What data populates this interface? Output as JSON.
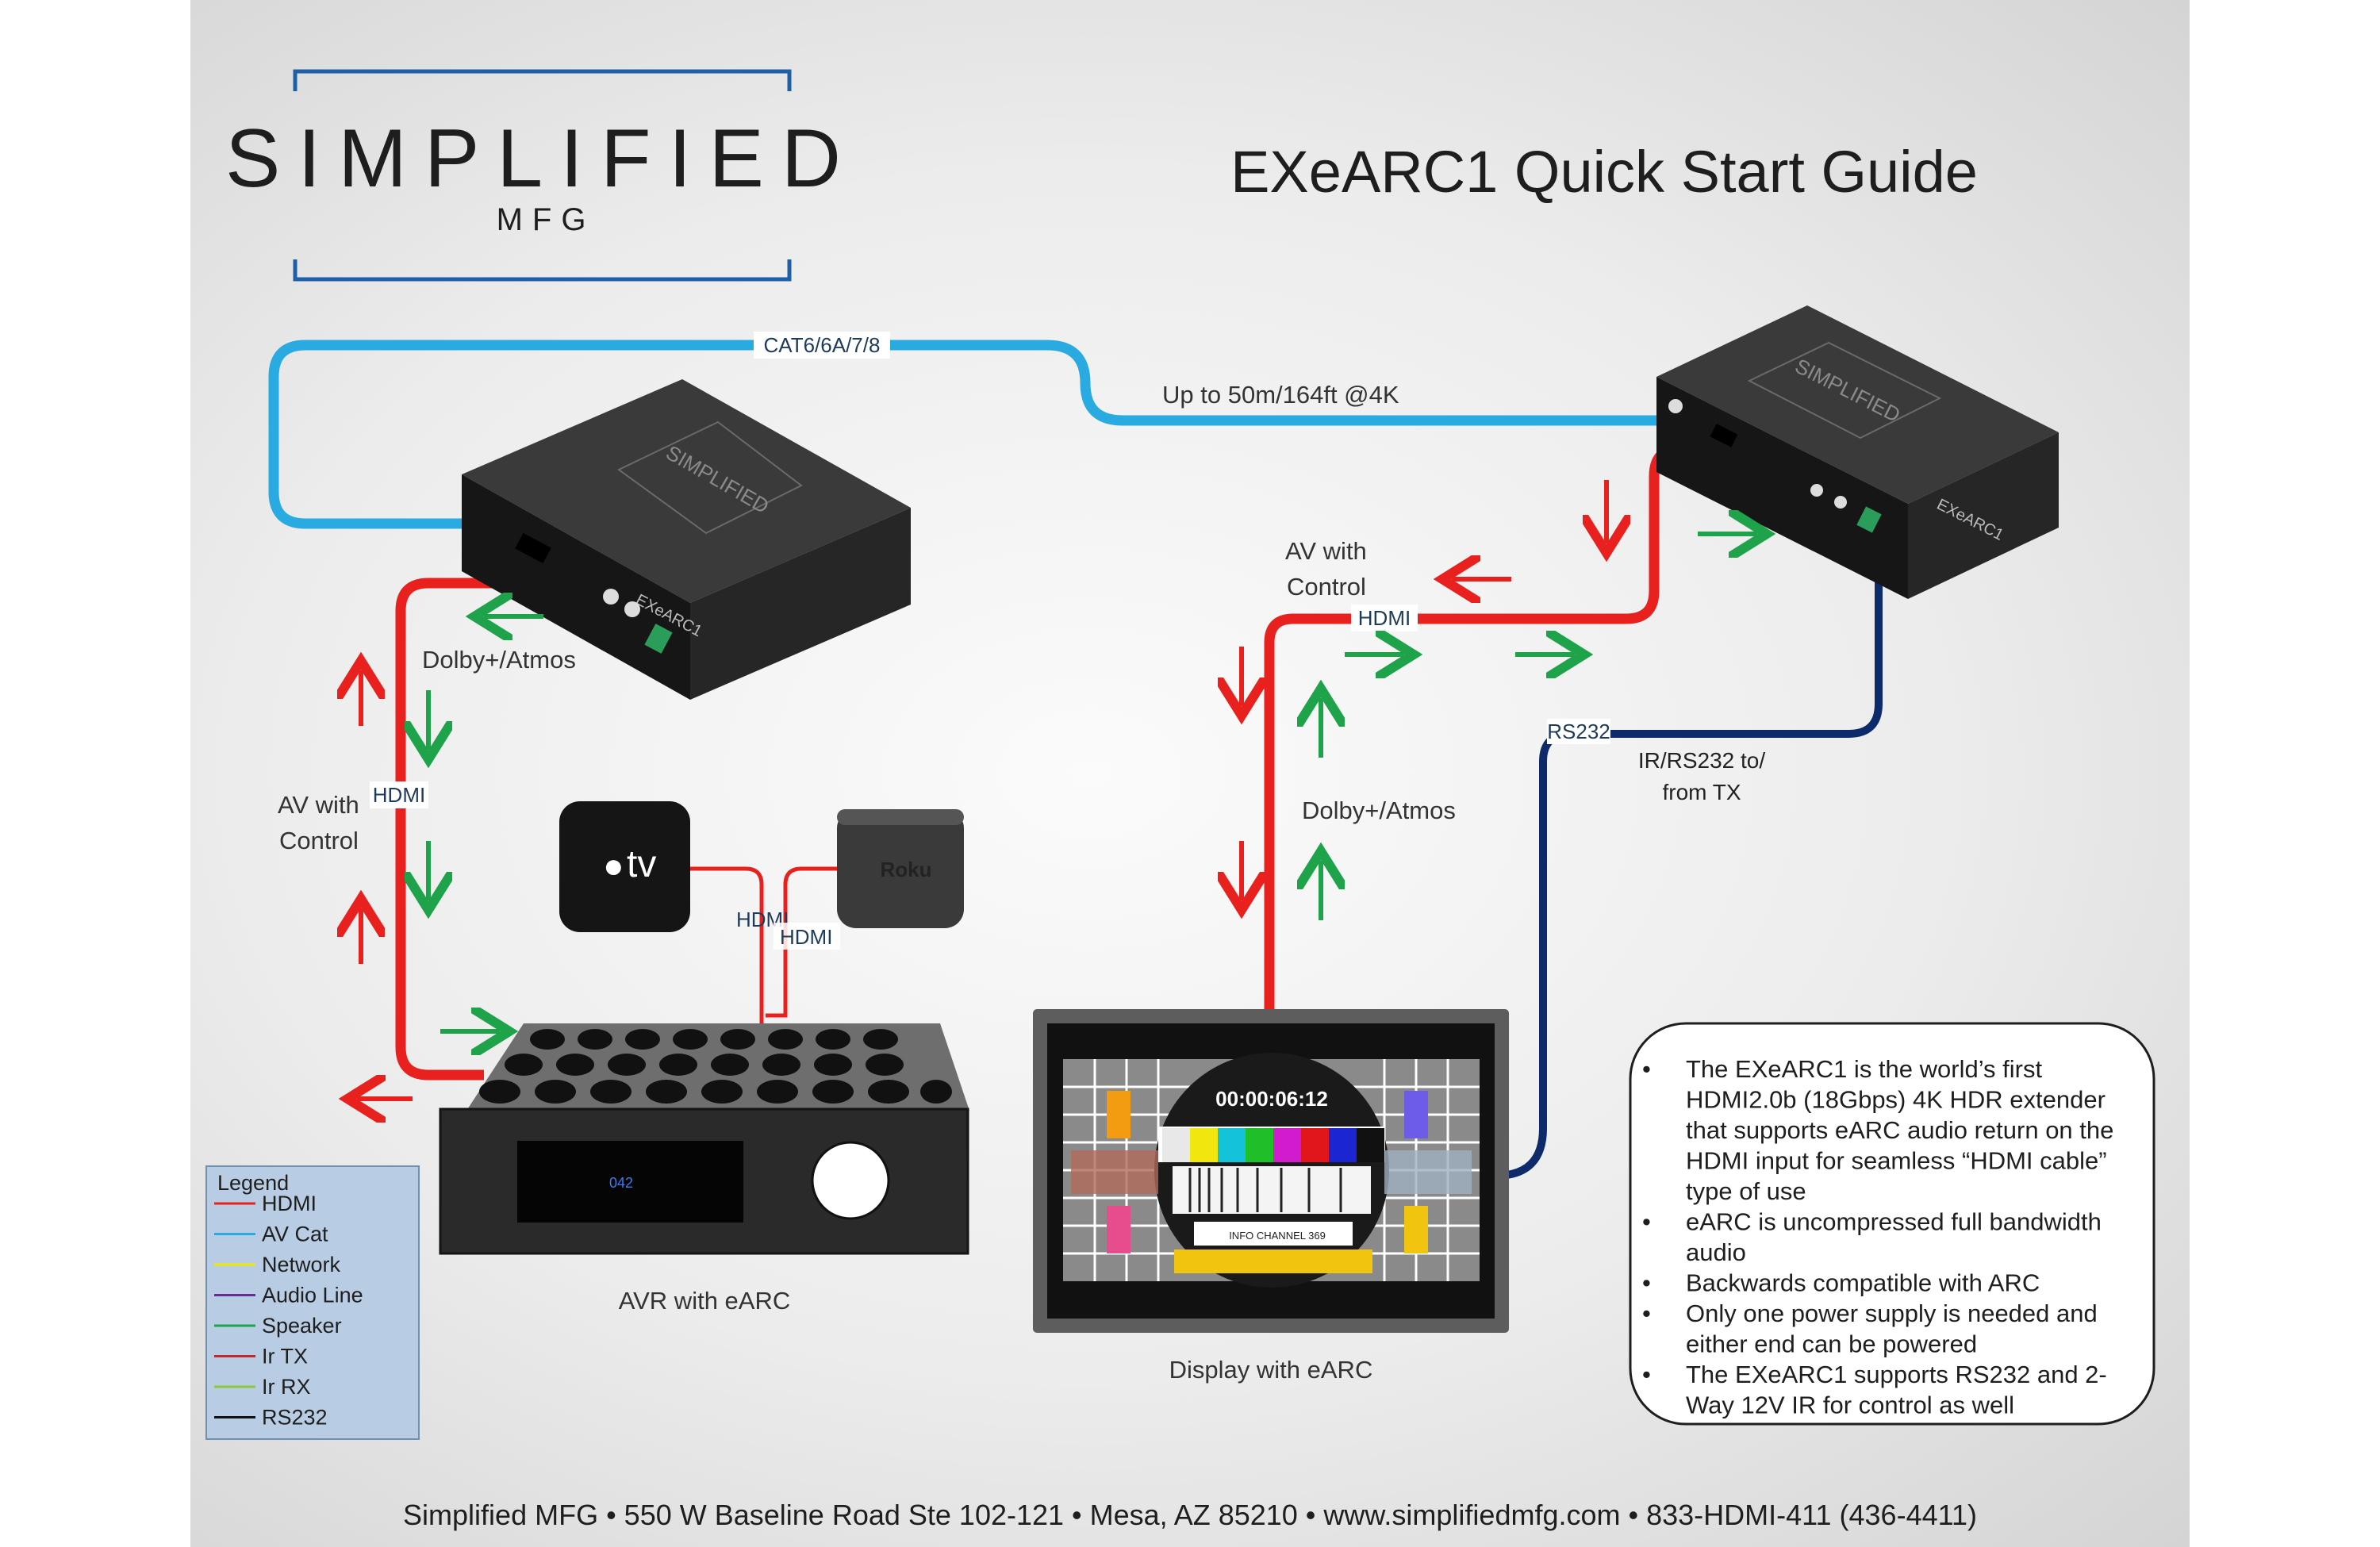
{
  "brand": {
    "name": "SIMPLIFIED",
    "sub": "MFG"
  },
  "title": "EXeARC1 Quick Start Guide",
  "cables": {
    "cat_label": "CAT6/6A/7/8",
    "distance": "Up to 50m/164ft @4K",
    "hdmi_left": "HDMI",
    "hdmi_apple": "HDMI",
    "hdmi_roku": "HDMI",
    "hdmi_right": "HDMI",
    "rs232": "RS232"
  },
  "labels": {
    "dolby_left": "Dolby+/Atmos",
    "av_left_1": "AV with",
    "av_left_2": "Control",
    "av_right_1": "AV with",
    "av_right_2": "Control",
    "dolby_right": "Dolby+/Atmos",
    "ir_rs232_1": "IR/RS232 to/",
    "ir_rs232_2": "from TX",
    "avr_caption": "AVR with eARC",
    "display_caption": "Display with eARC"
  },
  "devices": {
    "unit_label": "EXeARC1",
    "unit_logo": "SIMPLIFIED",
    "apple_tv": "tv",
    "roku": "Roku",
    "avr_display": "042",
    "tv_timecode": "00:00:06:12",
    "tv_channel": "INFO CHANNEL 369"
  },
  "legend": {
    "title": "Legend",
    "items": [
      {
        "label": "HDMI",
        "color": "#e8211f"
      },
      {
        "label": "AV Cat",
        "color": "#29abe2"
      },
      {
        "label": "Network",
        "color": "#f2e600"
      },
      {
        "label": "Audio Line",
        "color": "#6a2d8f"
      },
      {
        "label": "Speaker",
        "color": "#1ea34a"
      },
      {
        "label": "Ir TX",
        "color": "#c1272d"
      },
      {
        "label": "Ir RX",
        "color": "#8cc63f"
      },
      {
        "label": "RS232",
        "color": "#111111"
      }
    ]
  },
  "info": {
    "bullets": [
      [
        "The EXeARC1 is the world’s first",
        "HDMI2.0b (18Gbps) 4K HDR extender",
        "that supports eARC audio return on the",
        "HDMI input for seamless “HDMI cable”",
        "type of use"
      ],
      [
        "eARC is uncompressed full bandwidth",
        "audio"
      ],
      [
        "Backwards compatible with ARC"
      ],
      [
        "Only one power supply is needed and",
        "either end can be powered"
      ],
      [
        "The EXeARC1 supports RS232 and 2-",
        "Way 12V IR for control as well"
      ]
    ]
  },
  "footer": "Simplified MFG • 550 W Baseline Road Ste 102-121 • Mesa, AZ 85210 • www.simplifiedmfg.com • 833-HDMI-411 (436-4411)",
  "colors": {
    "hdmi": "#e8211f",
    "cat": "#29abe2",
    "rs232": "#0d2a6b",
    "arrow_red": "#e8211f",
    "arrow_green": "#1ea34a"
  }
}
